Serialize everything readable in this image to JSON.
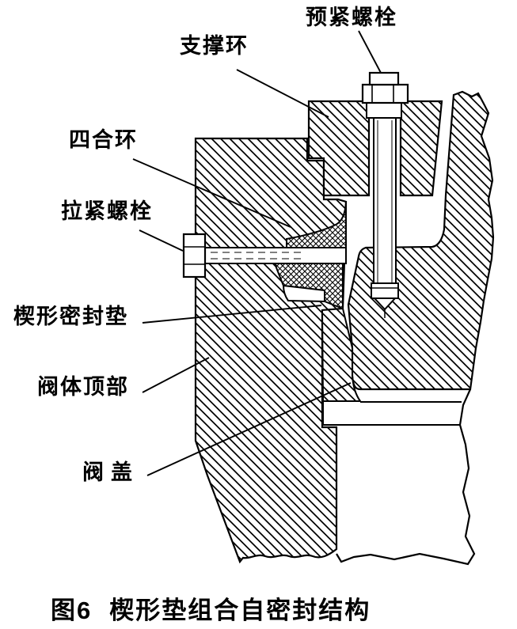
{
  "figure": {
    "caption": {
      "figure_no": "图6",
      "title": "楔形垫组合自密封结构"
    },
    "labels": [
      {
        "id": "pre-tightening-bolt",
        "text": "预紧螺栓"
      },
      {
        "id": "support-ring",
        "text": "支撑环"
      },
      {
        "id": "four-piece-ring",
        "text": "四合环"
      },
      {
        "id": "tension-bolt",
        "text": "拉紧螺栓"
      },
      {
        "id": "wedge-seal-gasket",
        "text": "楔形密封垫"
      },
      {
        "id": "valve-body-top",
        "text": "阀体顶部"
      },
      {
        "id": "valve-bonnet",
        "text": "阀盖"
      }
    ],
    "colors": {
      "ink": "#000000",
      "paper": "#ffffff"
    }
  }
}
